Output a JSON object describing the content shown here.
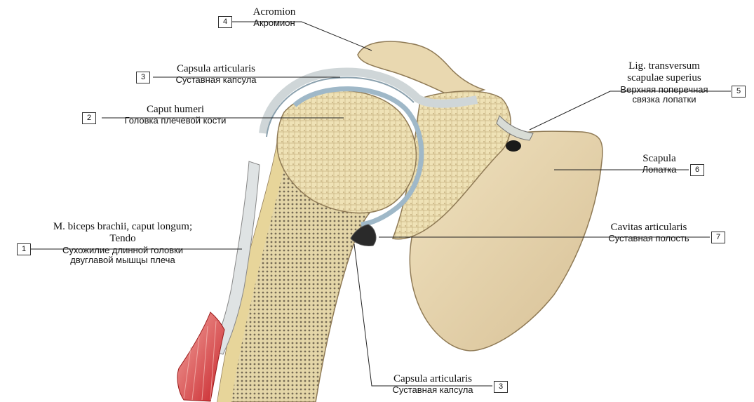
{
  "labels": [
    {
      "number": "1",
      "latin_lines": [
        "M. biceps brachii, caput longum;",
        "Tendo"
      ],
      "russian_lines": [
        "Сухожилие длинной головки",
        "двуглавой мышцы плеча"
      ]
    },
    {
      "number": "2",
      "latin_lines": [
        "Caput humeri"
      ],
      "russian_lines": [
        "Головка плечевой кости"
      ]
    },
    {
      "number": "3",
      "latin_lines": [
        "Capsula articularis"
      ],
      "russian_lines": [
        "Суставная капсула"
      ]
    },
    {
      "number": "4",
      "latin_lines": [
        "Acromion"
      ],
      "russian_lines": [
        "Акромион"
      ]
    },
    {
      "number": "5",
      "latin_lines": [
        "Lig. transversum",
        "scapulae superius"
      ],
      "russian_lines": [
        "Верхняя поперечная",
        "связка лопатки"
      ]
    },
    {
      "number": "6",
      "latin_lines": [
        "Scapula"
      ],
      "russian_lines": [
        "Лопатка"
      ]
    },
    {
      "number": "7",
      "latin_lines": [
        "Cavitas articularis"
      ],
      "russian_lines": [
        "Суставная полость"
      ]
    },
    {
      "number": "3",
      "latin_lines": [
        "Capsula articularis"
      ],
      "russian_lines": [
        "Суставная капсула"
      ]
    }
  ],
  "colors": {
    "bone": "#efe2b6",
    "cortex": "#e7d59a",
    "cartilage": "#9fb8c8",
    "capsule": "#cfd6d8",
    "muscle": "#d63a3a",
    "leader": "#222222"
  }
}
